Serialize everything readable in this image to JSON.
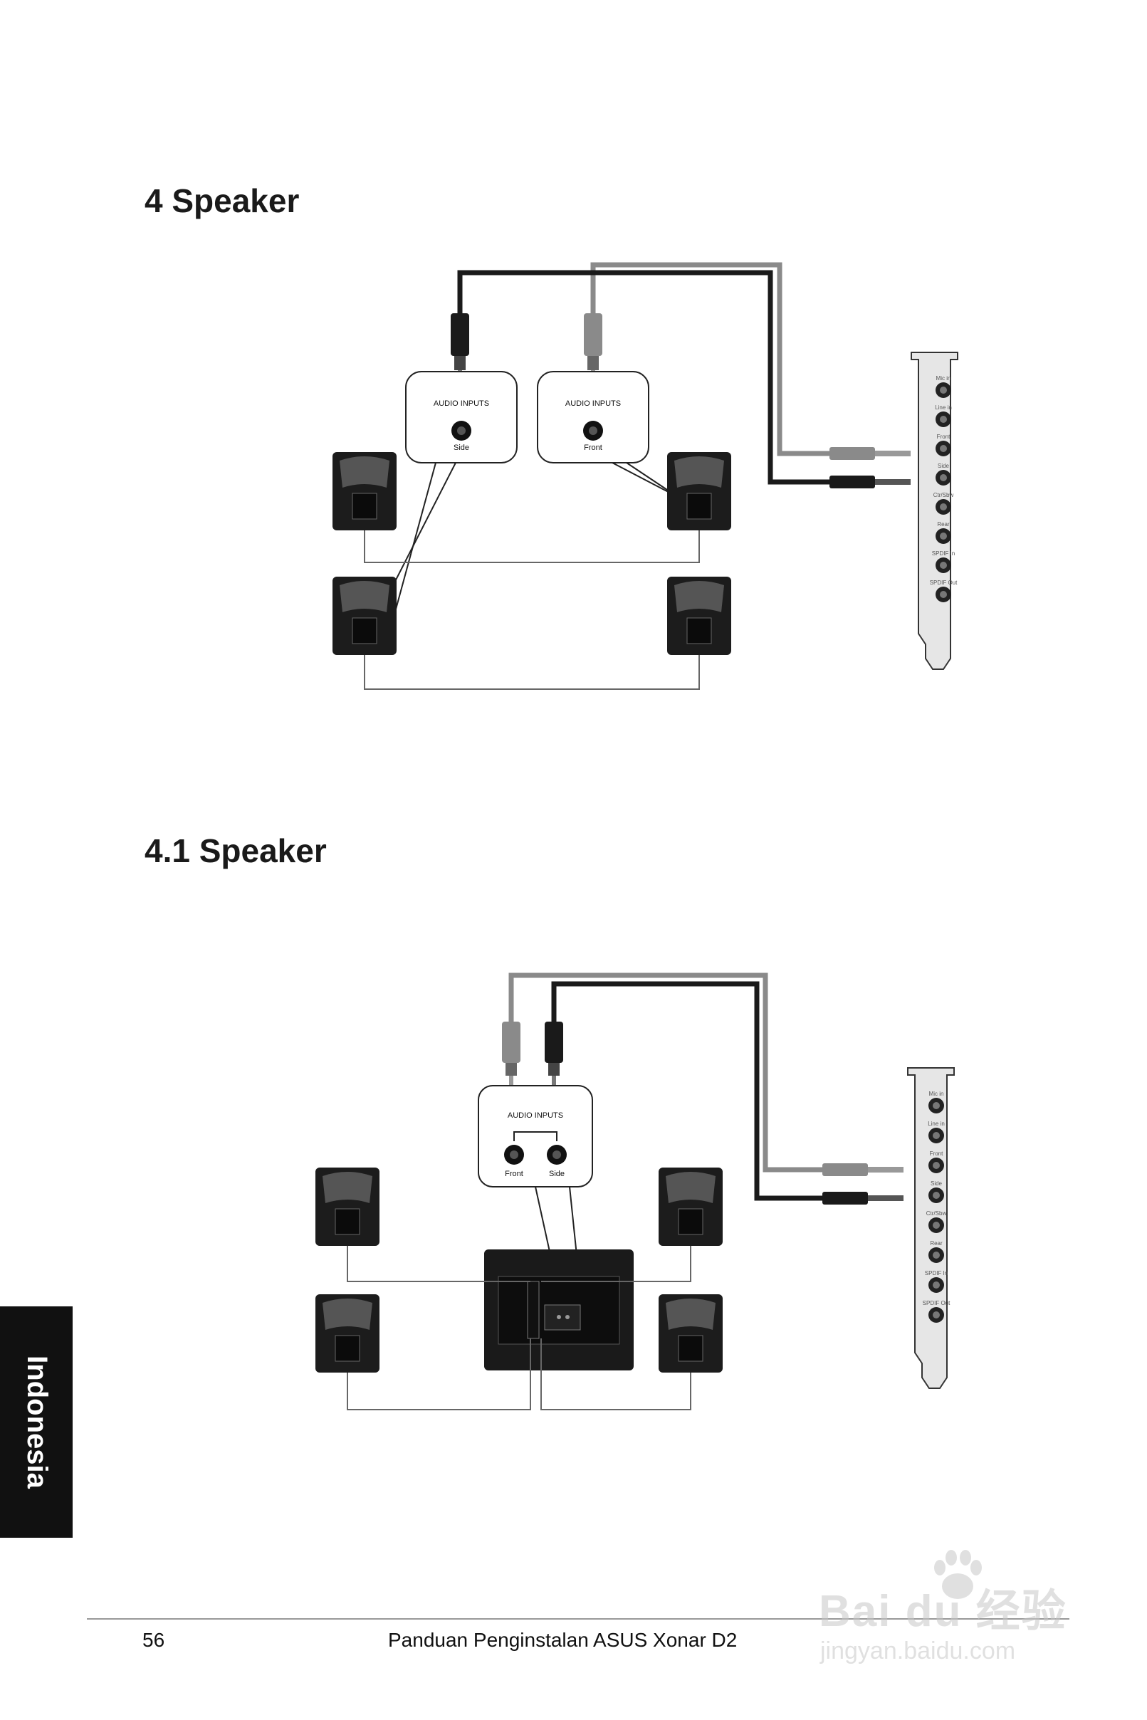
{
  "sections": [
    {
      "title": "4 Speaker",
      "hubs": [
        {
          "heading": "AUDIO INPUTS",
          "jacks": [
            "Side"
          ]
        },
        {
          "heading": "AUDIO INPUTS",
          "jacks": [
            "Front"
          ]
        }
      ]
    },
    {
      "title": "4.1 Speaker",
      "hubs": [
        {
          "heading": "AUDIO INPUTS",
          "jacks": [
            "Front",
            "Side"
          ]
        }
      ]
    }
  ],
  "card_ports": [
    "Mic in",
    "Line in",
    "Front",
    "Side",
    "Ctr/Sbw",
    "Rear",
    "SPDIF In",
    "SPDIF Out"
  ],
  "side_tab": "Indonesia",
  "footer": {
    "page_number": "56",
    "title": "Panduan Penginstalan ASUS Xonar D2"
  },
  "watermark": {
    "line1": "Bai du 经验",
    "line2": "jingyan.baidu.com"
  },
  "colors": {
    "cable_dark": "#1a1a1a",
    "cable_grey": "#8a8a8a",
    "speaker_body": "#1c1c1c",
    "tab_bg": "#111111"
  }
}
